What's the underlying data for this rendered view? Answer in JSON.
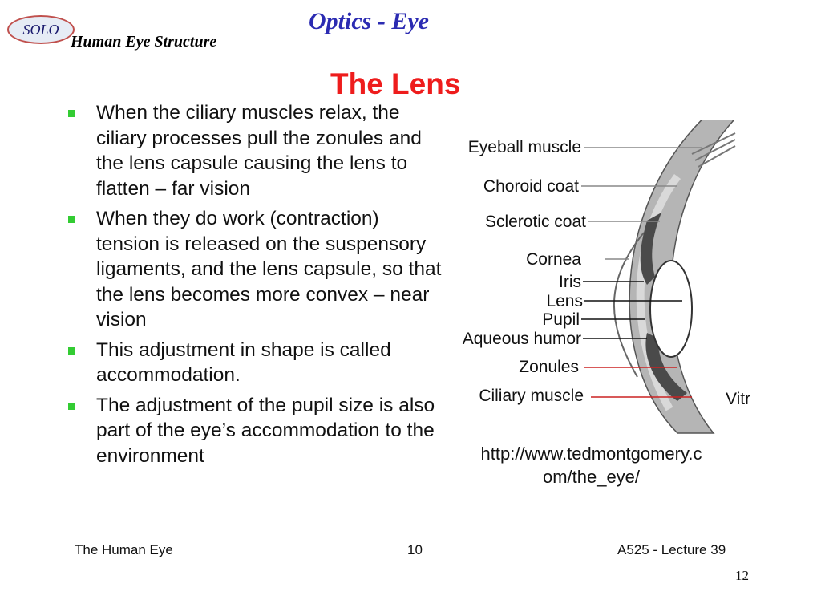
{
  "header": {
    "badge": "SOLO",
    "title": "Optics - Eye",
    "subtitle": "Human Eye Structure"
  },
  "slide": {
    "heading": "The Lens",
    "bullets": [
      "When the ciliary muscles relax, the ciliary processes pull the zonules and the lens capsule causing the lens to flatten – far vision",
      "When they do work (contraction) tension is released on the suspensory ligaments, and the lens capsule, so that the lens becomes more convex – near vision",
      "This adjustment in shape is called accommodation.",
      "The adjustment of the pupil size is also part of the eye’s accommodation to the environment"
    ],
    "diagram_labels": {
      "eyeball_muscle": "Eyeball muscle",
      "choroid_coat": "Choroid coat",
      "sclerotic_coat": "Sclerotic coat",
      "cornea": "Cornea",
      "iris": "Iris",
      "lens": "Lens",
      "pupil": "Pupil",
      "aqueous_humor": "Aqueous humor",
      "zonules": "Zonules",
      "ciliary_muscle": "Ciliary muscle",
      "vitreous_partial": "Vitr"
    },
    "source": {
      "line1": "http://www.tedmontgomery.c",
      "line2": "om/the_eye/"
    }
  },
  "footer": {
    "left": "The Human Eye",
    "center": "10",
    "right": "A525 - Lecture 39"
  },
  "page_number": "12",
  "colors": {
    "title": "#2b2bb2",
    "heading": "#ee1c1c",
    "bullet_marker": "#33cc33",
    "leader_red": "#cc2222",
    "badge_border": "#c0504d"
  }
}
